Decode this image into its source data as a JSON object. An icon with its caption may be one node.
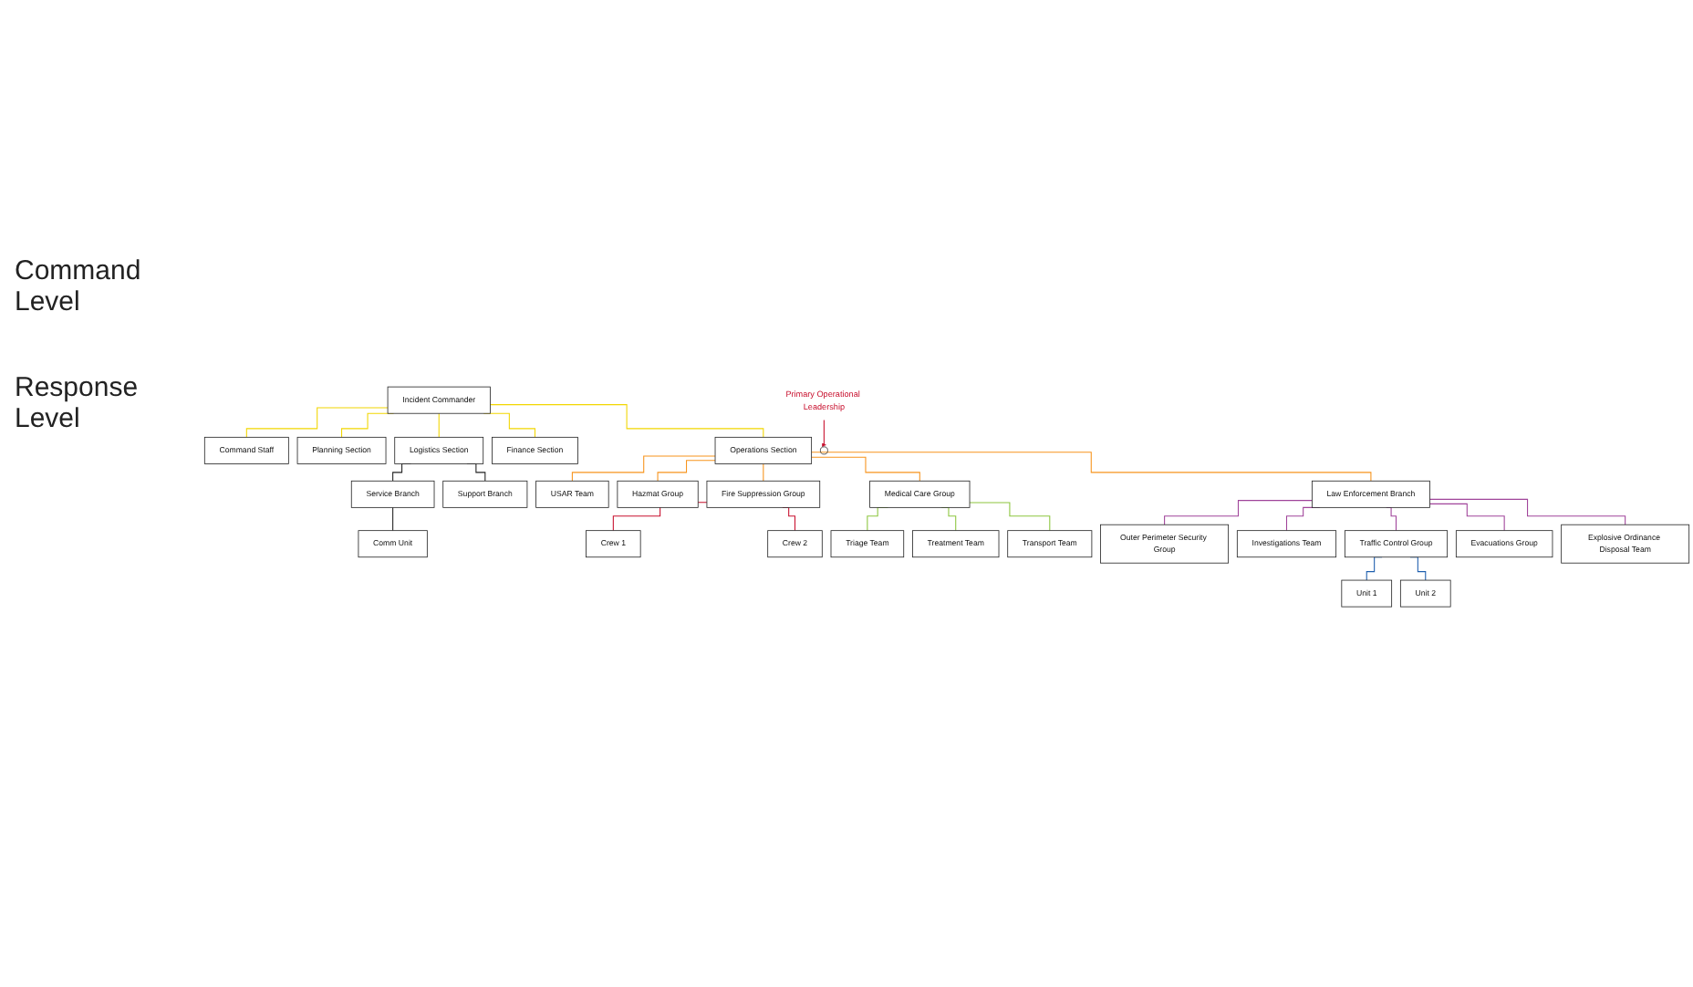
{
  "diagram": {
    "nodes": [
      {
        "text": [
          "Incident Commander"
        ]
      },
      {
        "text": [
          "Command Staff"
        ]
      },
      {
        "text": [
          "Planning Section"
        ]
      },
      {
        "text": [
          "Operations Section"
        ]
      },
      {
        "text": [
          "Finance Section"
        ]
      },
      {
        "text": [
          "Logistics Section"
        ]
      },
      {
        "text": [
          "Service Branch"
        ]
      },
      {
        "text": [
          "Support Branch"
        ]
      },
      {
        "text": [
          "Comm Unit"
        ]
      },
      {
        "text": [
          "USAR Team"
        ]
      },
      {
        "text": [
          "Hazmat Group"
        ]
      },
      {
        "text": [
          "Fire Suppression Group"
        ]
      },
      {
        "text": [
          "Medical Care Group"
        ]
      },
      {
        "text": [
          "Law Enforcement Branch"
        ]
      },
      {
        "text": [
          "Crew 1"
        ]
      },
      {
        "text": [
          "Crew 2"
        ]
      },
      {
        "text": [
          "Triage Team"
        ]
      },
      {
        "text": [
          "Treatment Team"
        ]
      },
      {
        "text": [
          "Transport Team"
        ]
      },
      {
        "text": [
          "Outer Perimeter Security Group"
        ]
      },
      {
        "text": [
          "Investigations Team"
        ]
      },
      {
        "text": [
          "Traffic Control Group"
        ]
      },
      {
        "text": [
          "Evacuations Group"
        ]
      },
      {
        "text": [
          "Explosive Ordinance Disposal Team"
        ]
      },
      {
        "text": [
          "Unit 1"
        ]
      },
      {
        "text": [
          "Unit 2"
        ]
      },
      {
        "text": [
          "Primary Operational Leadership"
        ]
      },
      {
        "text": [],
        "shape": "circle"
      }
    ],
    "edges": [
      {
        "from": 0,
        "to": 1,
        "arrow": "none",
        "color": "#f2d600"
      },
      {
        "from": 0,
        "to": 2,
        "arrow": "none",
        "color": "#f2d600"
      },
      {
        "from": 0,
        "to": 3,
        "arrow": "none",
        "color": "#f2d600"
      },
      {
        "from": 0,
        "to": 4,
        "arrow": "none",
        "color": "#f2d600"
      },
      {
        "from": 0,
        "to": 5,
        "arrow": "none",
        "color": "#f2d600"
      },
      {
        "from": 5,
        "to": 6,
        "arrow": "none",
        "color": "#222222"
      },
      {
        "from": 5,
        "to": 7,
        "arrow": "none",
        "color": "#222222"
      },
      {
        "from": 6,
        "to": 8,
        "arrow": "none",
        "color": "#222222"
      },
      {
        "from": 3,
        "to": 9,
        "arrow": "none",
        "color": "#f7941d"
      },
      {
        "from": 3,
        "to": 10,
        "arrow": "none",
        "color": "#f7941d"
      },
      {
        "from": 3,
        "to": 11,
        "arrow": "none",
        "color": "#f7941d"
      },
      {
        "from": 3,
        "to": 12,
        "arrow": "none",
        "color": "#f7941d"
      },
      {
        "from": 3,
        "to": 13,
        "arrow": "none",
        "color": "#f7941d"
      },
      {
        "from": 11,
        "to": 14,
        "arrow": "none",
        "color": "#c8102e"
      },
      {
        "from": 11,
        "to": 15,
        "arrow": "none",
        "color": "#c8102e"
      },
      {
        "from": 12,
        "to": 16,
        "arrow": "none",
        "color": "#8dc63f"
      },
      {
        "from": 12,
        "to": 17,
        "arrow": "none",
        "color": "#8dc63f"
      },
      {
        "from": 12,
        "to": 18,
        "arrow": "none",
        "color": "#8dc63f"
      },
      {
        "from": 13,
        "to": 19,
        "arrow": "none",
        "color": "#a0449a"
      },
      {
        "from": 13,
        "to": 20,
        "arrow": "none",
        "color": "#a0449a"
      },
      {
        "from": 13,
        "to": 21,
        "arrow": "none",
        "color": "#a0449a"
      },
      {
        "from": 13,
        "to": 22,
        "arrow": "none",
        "color": "#a0449a"
      },
      {
        "from": 13,
        "to": 23,
        "arrow": "none",
        "color": "#a0449a"
      },
      {
        "from": 21,
        "to": 24,
        "arrow": "none",
        "color": "#1f5fae"
      },
      {
        "from": 21,
        "to": 25,
        "arrow": "none",
        "color": "#1f5fae"
      },
      {
        "from": 26,
        "to": 27,
        "arrow": "to",
        "color": "#c8102e"
      }
    ],
    "labels": [
      "Command Level",
      "Response Level"
    ]
  }
}
